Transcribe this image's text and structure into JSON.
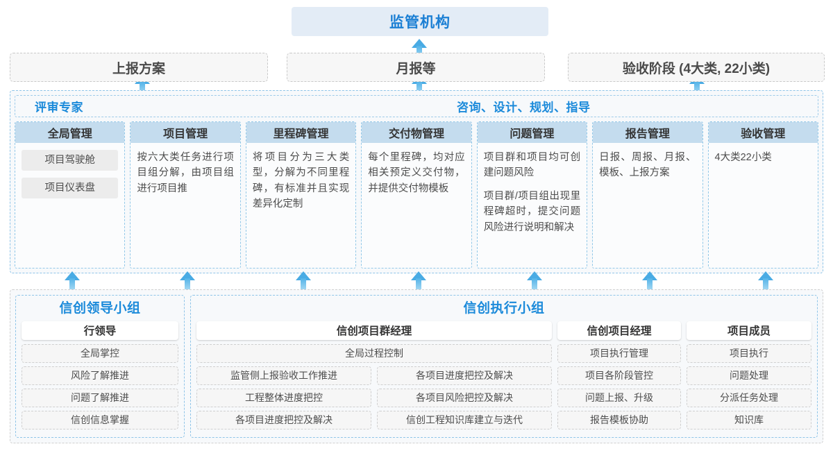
{
  "top": {
    "banner": "监管机构",
    "reports": [
      {
        "label": "上报方案"
      },
      {
        "label": "月报等"
      },
      {
        "label": "验收阶段 (4大类, 22小类)"
      }
    ]
  },
  "middle": {
    "header_left": "评审专家",
    "header_center": "咨询、设计、规划、指导",
    "columns": [
      {
        "title": "全局管理",
        "chips": [
          "项目驾驶舱",
          "项目仪表盘"
        ],
        "paragraphs": []
      },
      {
        "title": "项目管理",
        "chips": [],
        "paragraphs": [
          "按六大类任务进行项目组分解，由项目组进行项目推"
        ]
      },
      {
        "title": "里程碑管理",
        "chips": [],
        "paragraphs": [
          "将项目分为三大类型，分解为不同里程碑，有标准并且实现差异化定制"
        ]
      },
      {
        "title": "交付物管理",
        "chips": [],
        "paragraphs": [
          "每个里程碑，均对应相关预定义交付物，并提供交付物模板"
        ]
      },
      {
        "title": "问题管理",
        "chips": [],
        "paragraphs": [
          "项目群和项目均可创建问题风险",
          "项目群/项目组出现里程碑超时，提交问题风险进行说明和解决"
        ]
      },
      {
        "title": "报告管理",
        "chips": [],
        "paragraphs": [
          "日报、周报、月报、模板、上报方案"
        ]
      },
      {
        "title": "验收管理",
        "chips": [],
        "paragraphs": [
          "4大类22小类"
        ]
      }
    ]
  },
  "bottom": {
    "lead_group": {
      "title": "信创领导小组",
      "role": "行领导",
      "items": [
        "全局掌控",
        "风险了解推进",
        "问题了解推进",
        "信创信息掌握"
      ]
    },
    "exec_group": {
      "title": "信创执行小组",
      "program_manager": {
        "role": "信创项目群经理",
        "full_width_item": "全局过程控制",
        "left_items": [
          "监管侧上报验收工作推进",
          "工程整体进度把控",
          "各项目进度把控及解决"
        ],
        "right_items": [
          "各项目进度把控及解决",
          "各项目风险把控及解决",
          "信创工程知识库建立与迭代"
        ]
      },
      "project_manager": {
        "role": "信创项目经理",
        "items": [
          "项目执行管理",
          "项目各阶段管控",
          "问题上报、升级",
          "报告模板协助"
        ]
      },
      "member": {
        "role": "项目成员",
        "items": [
          "项目执行",
          "问题处理",
          "分派任务处理",
          "知识库"
        ]
      }
    }
  },
  "colors": {
    "accent_blue": "#1b8ada",
    "banner_bg": "#e3ecf6",
    "col_head_bg": "#c4dcee",
    "arrow": "#49abe4"
  }
}
